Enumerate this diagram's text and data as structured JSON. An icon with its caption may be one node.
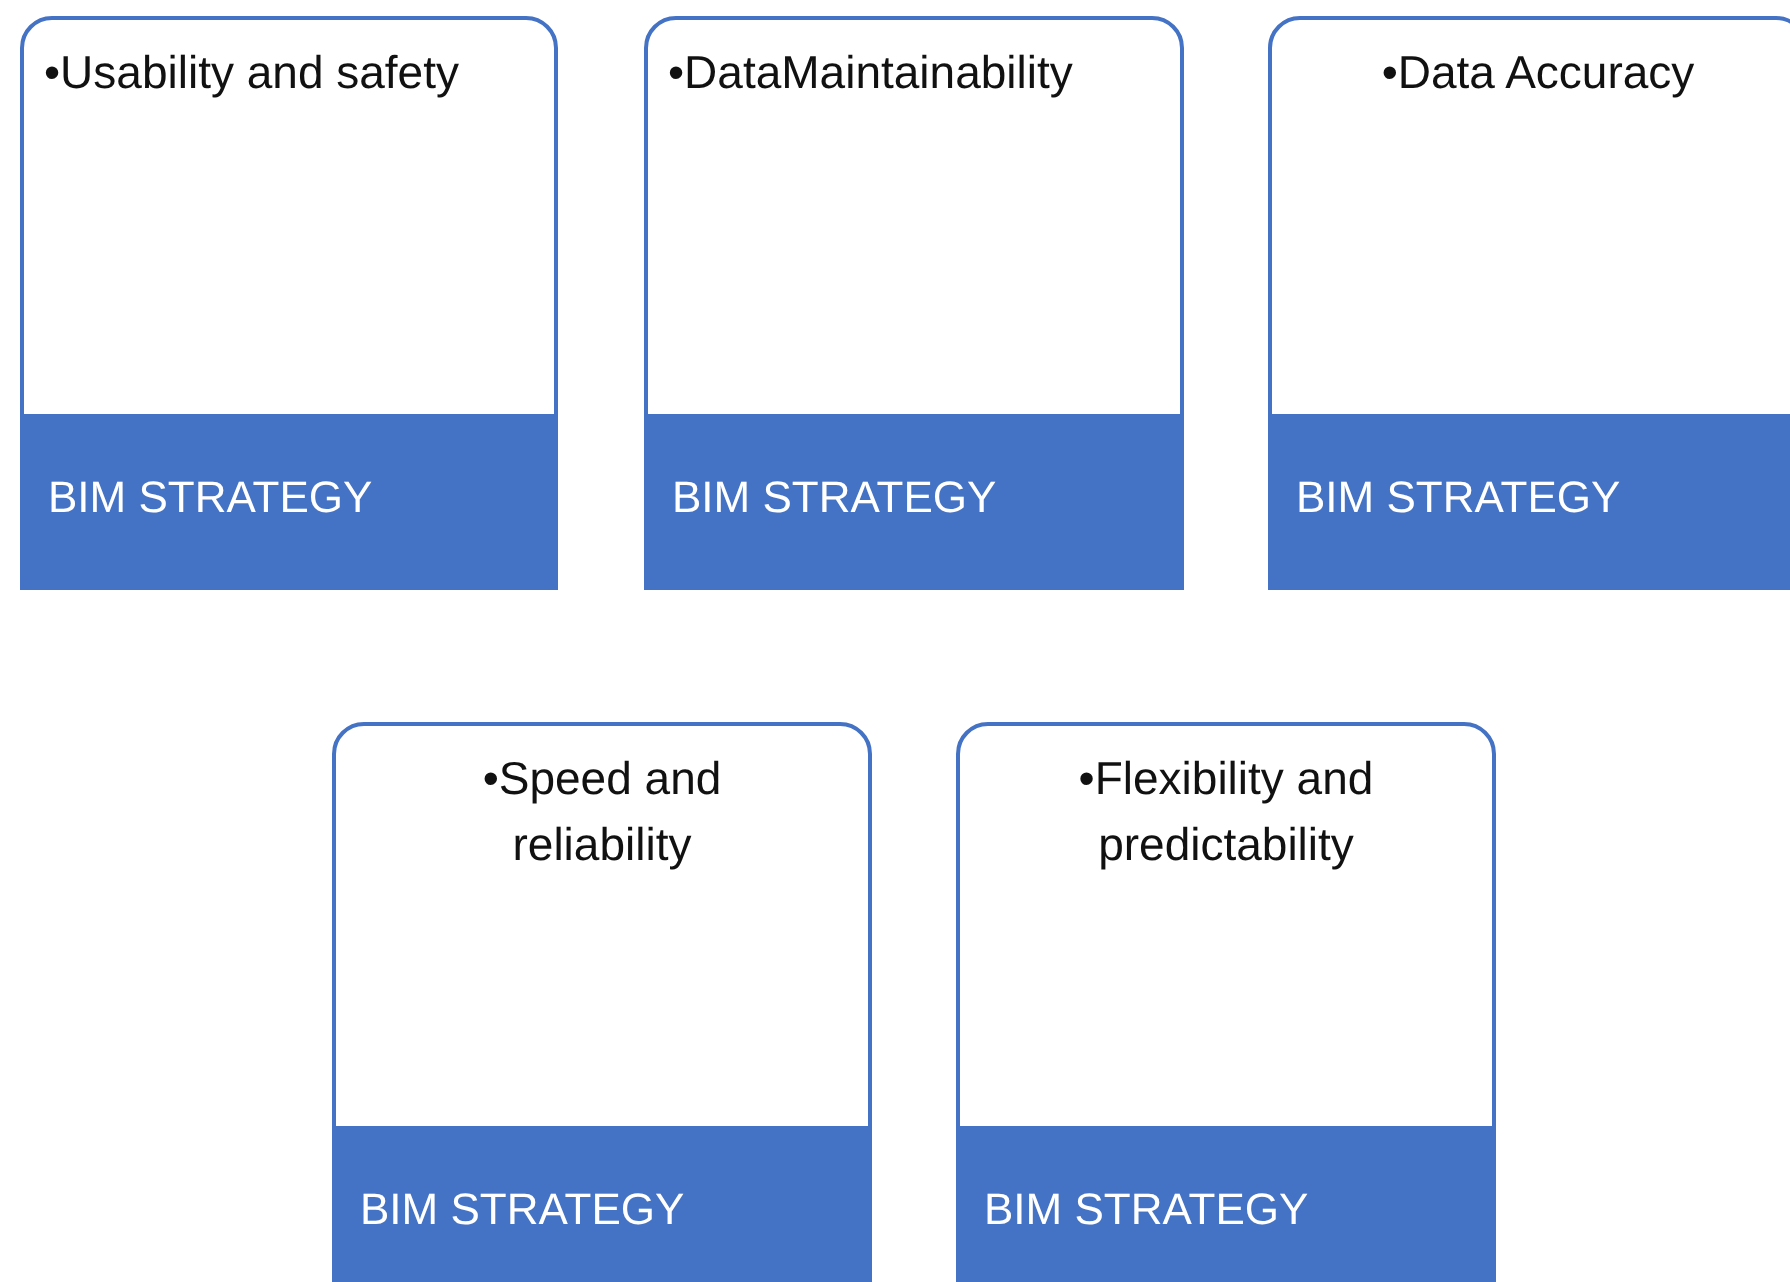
{
  "diagram": {
    "nodes": [
      {
        "text": [
          "•Usability and safety"
        ]
      },
      {
        "text": [
          "BIM STRATEGY"
        ],
        "in": 0
      },
      {
        "text": [
          "•DataMaintainability"
        ]
      },
      {
        "text": [
          "BIM STRATEGY"
        ],
        "in": 2
      },
      {
        "text": [
          "•Data Accuracy"
        ]
      },
      {
        "text": [
          "BIM STRATEGY"
        ],
        "in": 4
      },
      {
        "text": [
          "•Speed and reliability"
        ]
      },
      {
        "text": [
          "BIM STRATEGY"
        ],
        "in": 6
      },
      {
        "text": [
          "•Flexibility and predictability"
        ]
      },
      {
        "text": [
          "BIM STRATEGY"
        ],
        "in": 8
      }
    ]
  }
}
